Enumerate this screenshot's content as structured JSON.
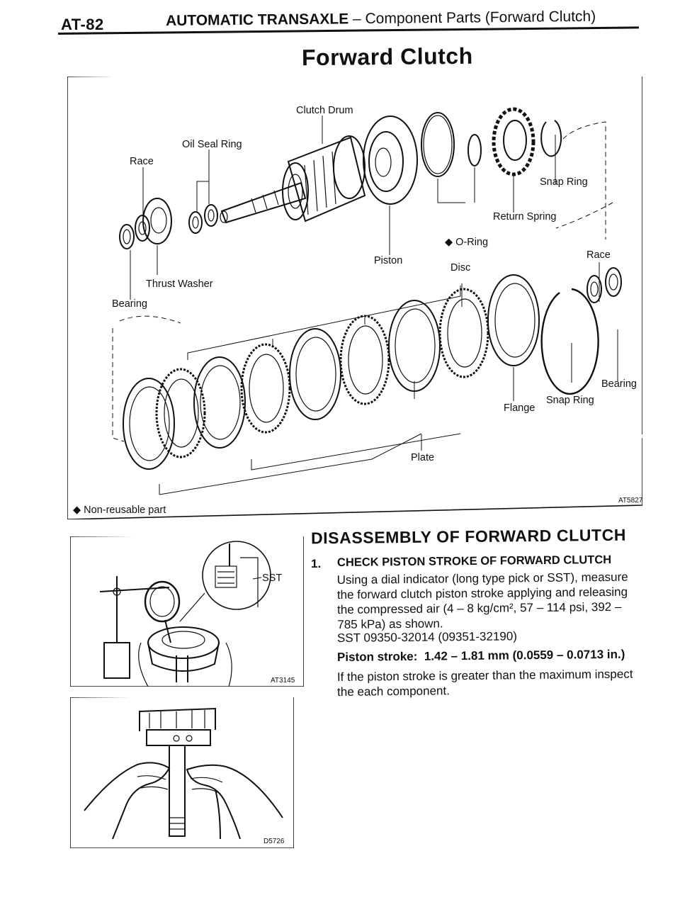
{
  "header": {
    "page_code": "AT-82",
    "running_head_bold": "AUTOMATIC TRANSAXLE",
    "running_head_rest": " – Component Parts (Forward Clutch)"
  },
  "section_title": "Forward Clutch",
  "exploded_view": {
    "labels": {
      "clutch_drum": "Clutch Drum",
      "oil_seal_ring": "Oil Seal Ring",
      "race_left": "Race",
      "thrust_washer": "Thrust Washer",
      "bearing_left": "Bearing",
      "snap_ring_top": "Snap Ring",
      "return_spring": "Return Spring",
      "o_ring": "◆ O-Ring",
      "piston": "Piston",
      "disc": "Disc",
      "race_right": "Race",
      "bearing_right": "Bearing",
      "snap_ring_bottom": "Snap Ring",
      "flange": "Flange",
      "plate": "Plate"
    },
    "legend": "◆ Non-reusable part",
    "figure_code": "AT5827"
  },
  "disassembly": {
    "title": "DISASSEMBLY OF FORWARD CLUTCH",
    "step_number": "1.",
    "step_title": "CHECK PISTON STROKE OF FORWARD CLUTCH",
    "line1": "Using a dial indicator (long type pick or SST), measure",
    "line2": "the forward clutch piston stroke applying and releasing",
    "line3": "the compressed air (4 – 8 kg/cm², 57 – 114 psi, 392 –",
    "line4": "785 kPa) as shown.",
    "sst": "SST 09350-32014 (09351-32190)",
    "stroke_label": "Piston stroke:",
    "stroke_value": "1.42 – 1.81 mm (0.0559 – 0.0713 in.)",
    "note_line1": "If the piston stroke is greater than the maximum inspect",
    "note_line2": "the each component."
  },
  "figure_dial": {
    "label": "SST",
    "figure_code": "AT3145"
  },
  "figure_hands": {
    "figure_code": "D5726"
  }
}
